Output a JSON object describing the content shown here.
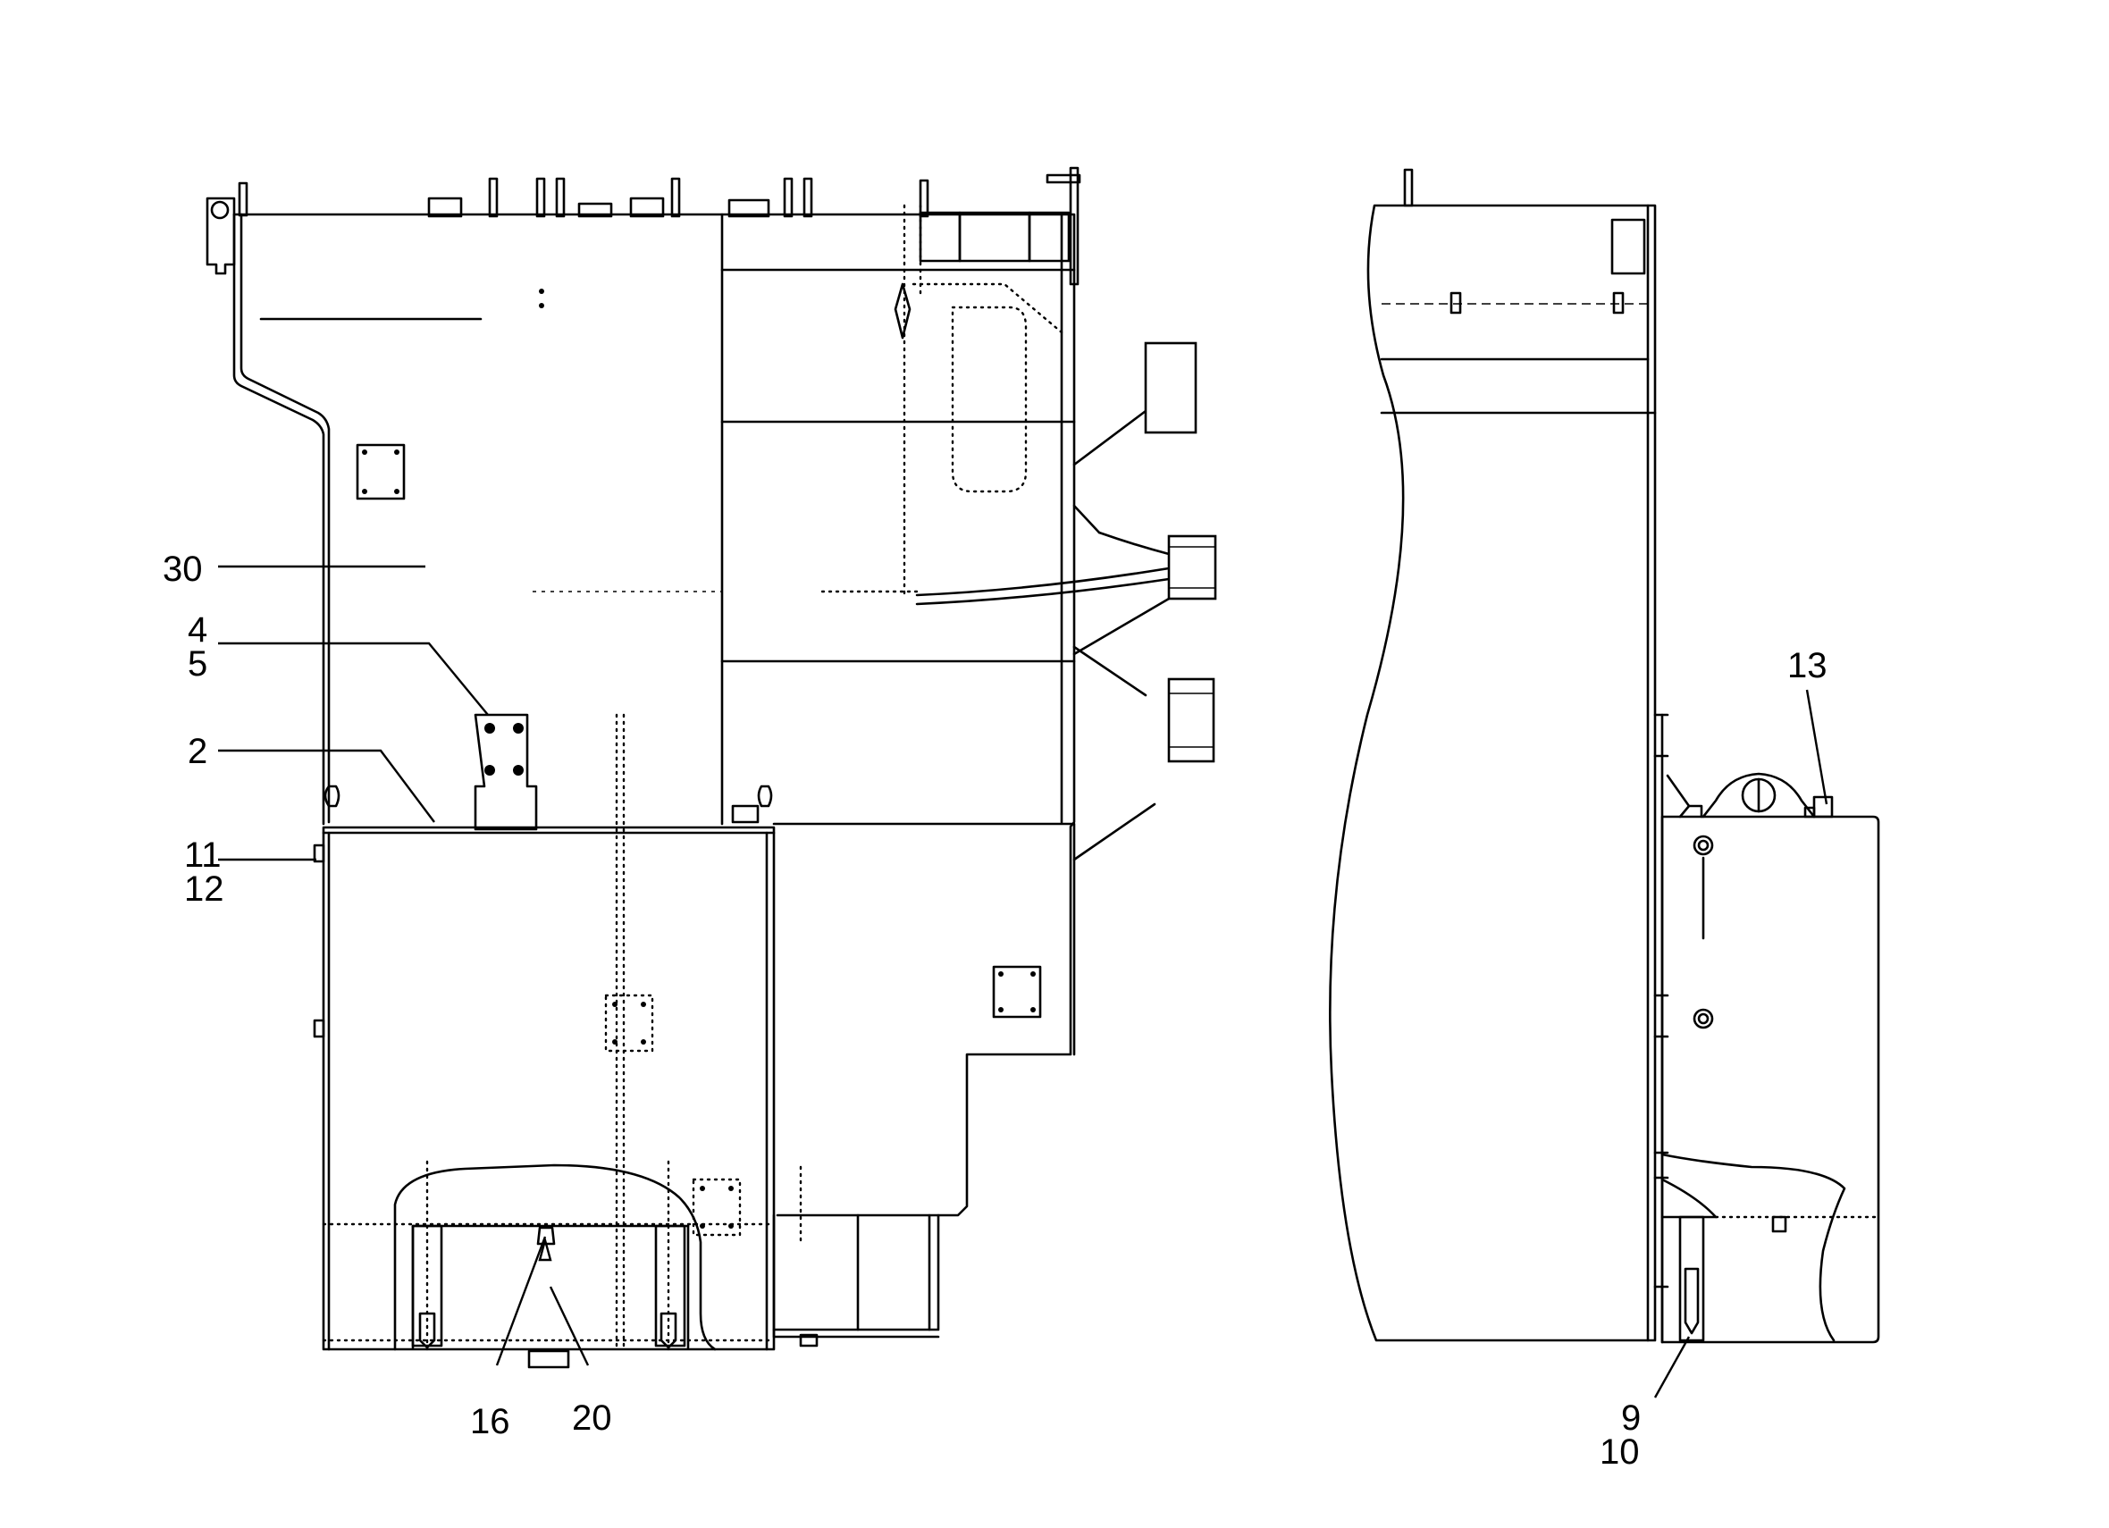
{
  "callouts": {
    "c30": "30",
    "c4": "4",
    "c5": "5",
    "c2": "2",
    "c11": "11",
    "c12": "12",
    "c16": "16",
    "c20": "20",
    "c13": "13",
    "c9": "9",
    "c10": "10"
  }
}
